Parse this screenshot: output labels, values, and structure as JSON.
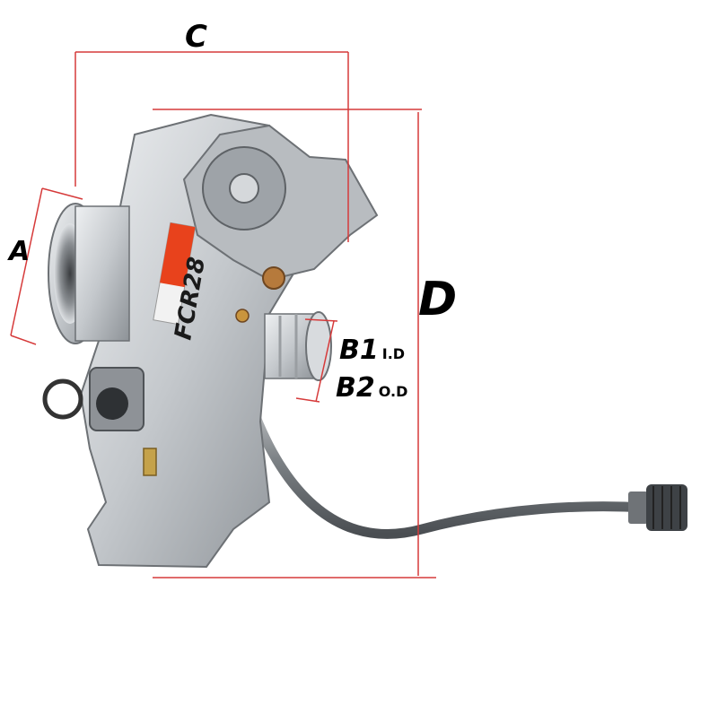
{
  "dimensions": {
    "a": "A",
    "c": "C",
    "d": "D",
    "b1": "B1",
    "b1_note": "I.D",
    "b2": "B2",
    "b2_note": "O.D"
  },
  "product": {
    "body_marking": "FCR28"
  },
  "colors": {
    "dimension_line": "#d63a3a",
    "label": "#000000",
    "metal": "#c9ccd0",
    "badge": "#e8421c"
  }
}
